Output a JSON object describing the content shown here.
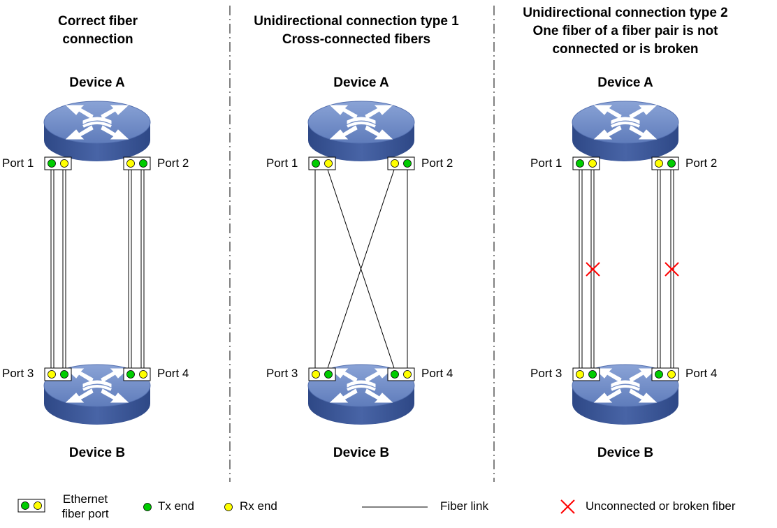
{
  "panels": [
    {
      "id": "correct",
      "title": "Correct fiber\nconnection",
      "device_a": "Device A",
      "device_b": "Device B",
      "ports": [
        "Port 1",
        "Port 2",
        "Port 3",
        "Port 4"
      ]
    },
    {
      "id": "type1",
      "title": "Unidirectional connection type 1\nCross-connected fibers",
      "device_a": "Device A",
      "device_b": "Device B",
      "ports": [
        "Port 1",
        "Port 2",
        "Port 3",
        "Port 4"
      ]
    },
    {
      "id": "type2",
      "title": "Unidirectional connection type 2\nOne fiber of a fiber pair is not\nconnected or is broken",
      "device_a": "Device A",
      "device_b": "Device B",
      "ports": [
        "Port 1",
        "Port 2",
        "Port 3",
        "Port 4"
      ]
    }
  ],
  "legend": {
    "ethernet_port": "Ethernet\nfiber port",
    "tx_end": "Tx end",
    "rx_end": "Rx end",
    "fiber_link": "Fiber link",
    "broken": "Unconnected or broken fiber"
  },
  "colors": {
    "tx": "#00cc00",
    "rx": "#ffff00",
    "device_top": "#6f8cc4",
    "device_side": "#3a5596",
    "broken_mark": "#ff0000"
  }
}
